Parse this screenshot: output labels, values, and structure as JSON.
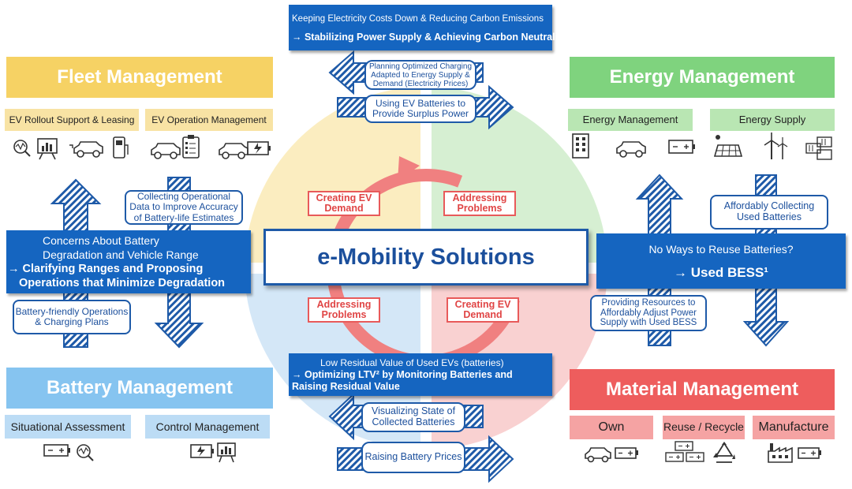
{
  "center": {
    "title": "e-Mobility Solutions"
  },
  "top_box": {
    "line1": "Keeping Electricity Costs Down & Reducing Carbon Emissions",
    "line2": "→ Stabilizing Power Supply & Achieving Carbon Neutrality",
    "note_left": "Planning Optimized Charging Adapted to Energy Supply & Demand (Electricity Prices)",
    "note_right": "Using EV Batteries to Provide Surplus Power"
  },
  "bottom_box": {
    "line1": "Low Residual Value of Used EVs (batteries)",
    "line2": "→ Optimizing LTV² by Monitoring Batteries and Raising Residual Value",
    "note_left": "Visualizing State of Collected Batteries",
    "note_right": "Raising Battery Prices"
  },
  "cycle_labels": {
    "top_left": "Creating EV Demand",
    "top_right": "Addressing Problems",
    "bottom_left": "Addressing Problems",
    "bottom_right": "Creating EV Demand"
  },
  "fleet": {
    "title": "Fleet Management",
    "sub1": "EV Rollout Support & Leasing",
    "sub2": "EV Operation Management",
    "note_top": "Collecting Operational Data to Improve Accuracy of Battery-life Estimates",
    "concern_line1": "Concerns About Battery",
    "concern_line2": "Degradation and Vehicle Range",
    "concern_line3": "→ Clarifying Ranges and Proposing",
    "concern_line4": "Operations that Minimize Degradation",
    "note_bottom": "Battery-friendly Operations & Charging Plans"
  },
  "energy": {
    "title": "Energy Management",
    "sub1": "Energy Management",
    "sub2": "Energy Supply",
    "note_top": "Affordably Collecting Used Batteries",
    "box_line1": "No Ways to Reuse Batteries?",
    "box_line2": "→ Used BESS¹",
    "note_bottom": "Providing Resources to Affordably Adjust Power Supply with Used BESS"
  },
  "battery": {
    "title": "Battery Management",
    "sub1": "Situational Assessment",
    "sub2": "Control Management"
  },
  "material": {
    "title": "Material Management",
    "sub1": "Own",
    "sub2": "Reuse / Recycle",
    "sub3": "Manufacture"
  },
  "colors": {
    "fleet": "#f6d264",
    "fleet_sub": "#f8e3a4",
    "energy": "#7fd37e",
    "energy_sub": "#b9e6b3",
    "battery": "#86c4f0",
    "battery_sub": "#bcdcf5",
    "material": "#ee5d5d",
    "material_sub": "#f5a3a3",
    "blue": "#1565c0"
  }
}
